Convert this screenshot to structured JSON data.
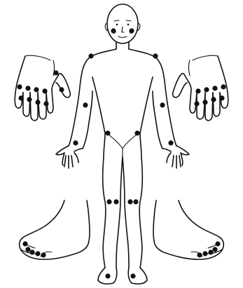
{
  "figure": {
    "joint_marker_color": "#111111",
    "line_color": "#111111",
    "background_color": "#ffffff"
  },
  "parts": [
    "head",
    "face",
    "neck",
    "torso",
    "left-arm",
    "right-arm",
    "left-hand-small",
    "right-hand-small",
    "left-leg",
    "right-leg",
    "left-foot-small",
    "right-foot-small",
    "left-hand-detail",
    "right-hand-detail",
    "left-foot-detail",
    "right-foot-detail"
  ],
  "joint_groups": [
    {
      "name": "temporomandibular-joints",
      "count": 2
    },
    {
      "name": "shoulder-joints",
      "count": 2
    },
    {
      "name": "elbow-joints",
      "count": 2
    },
    {
      "name": "wrist-joints",
      "count": 2
    },
    {
      "name": "hip-joints",
      "count": 2
    },
    {
      "name": "knee-joints",
      "count": 4
    },
    {
      "name": "ankle-joints",
      "count": 2
    },
    {
      "name": "hand-finger-joints",
      "count": 18
    },
    {
      "name": "foot-toe-joints",
      "count": 10
    }
  ]
}
